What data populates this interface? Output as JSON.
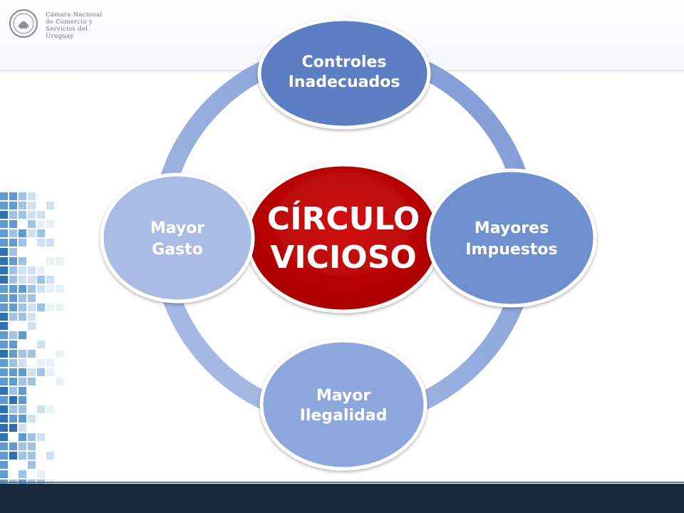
{
  "logo": {
    "lines": [
      "Cámara Nacional",
      "de Comercio y",
      "Servicios del",
      "Uruguay"
    ]
  },
  "diagram": {
    "center": {
      "lines": [
        "CÍRCULO",
        "VICIOSO"
      ],
      "color": "#c00000"
    },
    "nodes": [
      {
        "id": "top",
        "lines": [
          "Controles",
          "Inadecuados"
        ],
        "color": "#5b7fc3"
      },
      {
        "id": "right",
        "lines": [
          "Mayores",
          "Impuestos"
        ],
        "color": "#6f8fce"
      },
      {
        "id": "bottom",
        "lines": [
          "Mayor",
          "Ilegalidad"
        ],
        "color": "#8da6db"
      },
      {
        "id": "left",
        "lines": [
          "Mayor",
          "Gasto"
        ],
        "color": "#aabce6"
      }
    ],
    "ring_colors": [
      "#7f9bd4",
      "#aabde6"
    ]
  },
  "theme": {
    "footer": "#16283a",
    "mosaic": [
      "#2c6fb3",
      "#5f9bd1",
      "#9fc3e6",
      "#cfe0f1",
      "#e8f0f8"
    ]
  }
}
